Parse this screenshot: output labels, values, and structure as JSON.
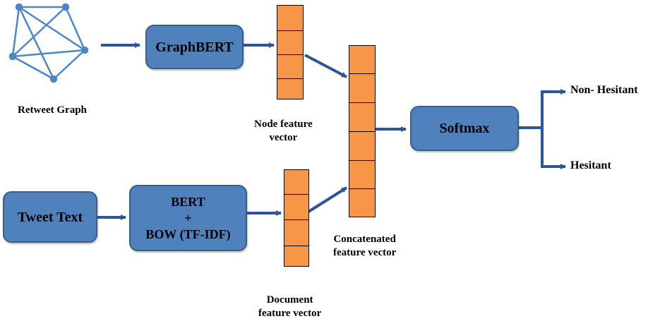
{
  "nodes": {
    "retweet_graph": "Retweet Graph",
    "graphbert": "GraphBERT",
    "node_feature_vector": [
      "Node feature",
      "vector"
    ],
    "tweet_text": "Tweet Text",
    "bert_bow": [
      "BERT",
      "+",
      "BOW (TF-IDF)"
    ],
    "document_feature_vector": [
      "Document",
      "feature vector"
    ],
    "concatenated_feature_vector": [
      "Concatenated",
      "feature vector"
    ],
    "softmax": "Softmax"
  },
  "outputs": {
    "non_hesitant": "Non- Hesitant",
    "hesitant": "Hesitant"
  },
  "colors": {
    "box_fill": "#4f81bd",
    "box_border": "#385d8a",
    "arrow": "#2e5595",
    "vector_fill": "#f79646",
    "graph": "#4a86c8"
  }
}
